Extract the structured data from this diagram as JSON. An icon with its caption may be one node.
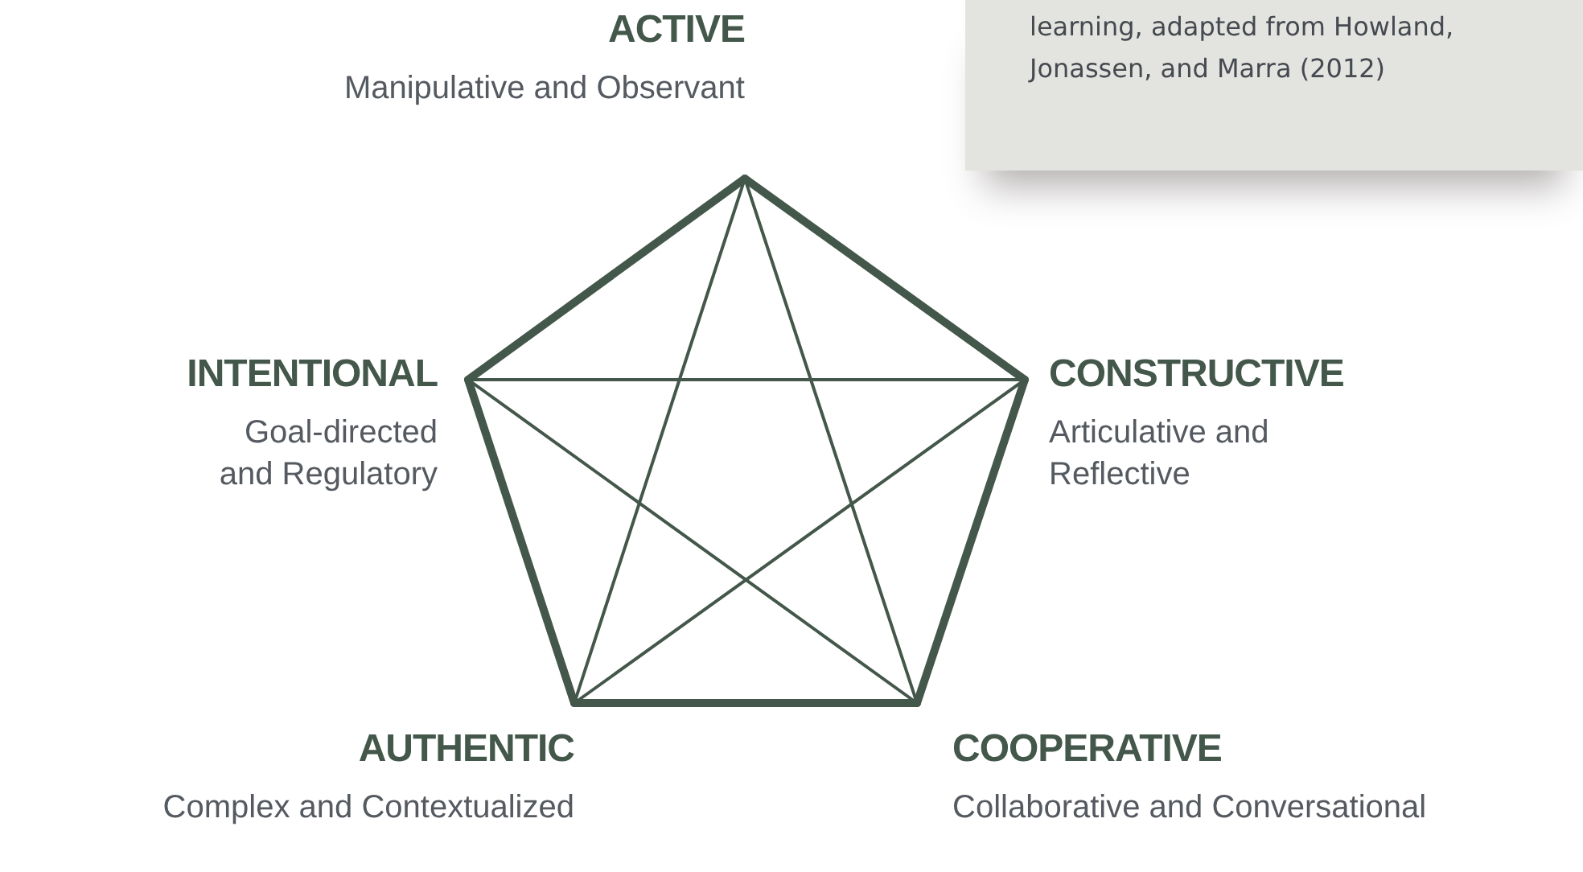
{
  "diagram": {
    "caption": "learning, adapted from Howland, Jonassen, and Marra (2012)",
    "nodes": [
      {
        "text": [
          "ACTIVE",
          "Manipulative and Observant"
        ]
      },
      {
        "text": [
          "INTENTIONAL",
          "Goal-directed and Regulatory"
        ]
      },
      {
        "text": [
          "CONSTRUCTIVE",
          "Articulative and Reflective"
        ]
      },
      {
        "text": [
          "AUTHENTIC",
          "Complex and Contextualized"
        ]
      },
      {
        "text": [
          "COOPERATIVE",
          "Collaborative and Conversational"
        ]
      }
    ],
    "edges": [
      {
        "from": 0,
        "to": 2,
        "arrow": "none",
        "style": "thick"
      },
      {
        "from": 2,
        "to": 4,
        "arrow": "none",
        "style": "thick"
      },
      {
        "from": 4,
        "to": 3,
        "arrow": "none",
        "style": "thick"
      },
      {
        "from": 3,
        "to": 1,
        "arrow": "none",
        "style": "thick"
      },
      {
        "from": 1,
        "to": 0,
        "arrow": "none",
        "style": "thick"
      },
      {
        "from": 0,
        "to": 3,
        "arrow": "none"
      },
      {
        "from": 0,
        "to": 4,
        "arrow": "none"
      },
      {
        "from": 1,
        "to": 2,
        "arrow": "none"
      },
      {
        "from": 1,
        "to": 4,
        "arrow": "none"
      },
      {
        "from": 2,
        "to": 3,
        "arrow": "none"
      }
    ]
  }
}
